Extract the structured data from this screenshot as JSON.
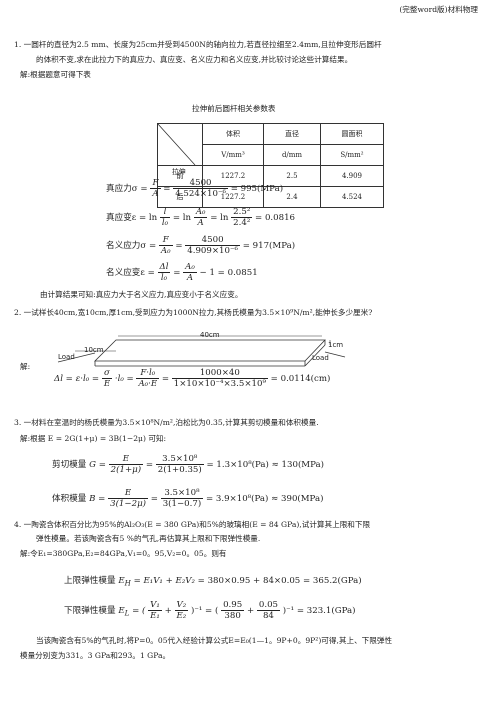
{
  "header": "(完整word版)材料物理",
  "p1": {
    "line1": "1.  一圆杆的直径为2.5 mm、长度为25cm并受到4500N的轴向拉力,若直径拉细至2.4mm,且拉伸变形后圆杆",
    "line2": "的体积不变,求在此拉力下的真应力、真应变、名义应力和名义应变,并比较讨论这些计算结果。",
    "solution": "解:根据题意可得下表",
    "table_title": "拉伸前后圆杆相关参数表",
    "table": {
      "headers": [
        "体积",
        "直径",
        "圆面积"
      ],
      "units": [
        "V/mm³",
        "d/mm",
        "S/mm²"
      ],
      "row_labels": [
        "拉伸",
        "前",
        "后"
      ],
      "cells": [
        [
          "1227.2",
          "2.5",
          "4.909"
        ],
        [
          "1227.2",
          "2.4",
          "4.524"
        ]
      ]
    },
    "true_stress": {
      "label": "真应力σ",
      "num": "F",
      "den": "A",
      "eq": "4500",
      "den2": "4.524×10⁻⁶",
      "res": "= 995(MPa)"
    },
    "true_strain": {
      "label": "真应变ε",
      "eq": "= ln",
      "res": "= 0.0816"
    },
    "nominal_stress": {
      "label": "名义应力σ",
      "eq": "4500",
      "den": "4.909×10⁻⁶",
      "res": "= 917(MPa)"
    },
    "nominal_strain": {
      "label": "名义应变ε",
      "res": "− 1 = 0.0851"
    },
    "conclusion": "由计算结果可知:真应力大于名义应力,真应变小于名义应变。"
  },
  "p2": {
    "line1": "2.  一试样长40cm,宽10cm,厚1cm,受到应力为1000N拉力,其杨氏模量为3.5×10⁹N/m²,能伸长多少厘米?",
    "solution": "解:",
    "fig": {
      "len": "40cm",
      "wid": "10cm",
      "thk": "1cm",
      "load_l": "Load",
      "load_r": "Load"
    },
    "eq_num": "1000×40",
    "eq_den": "1×10×10⁻⁴×3.5×10⁹",
    "eq_res": "= 0.0114(cm)"
  },
  "p3": {
    "line1": "3.  一材料在室温时的杨氏模量为3.5×10⁸N/m²,泊松比为0.35,计算其剪切模量和体积模量.",
    "sol": "解:根据 E = 2G(1+μ) = 3B(1−2μ)   可知:",
    "shear_label": "剪切模量",
    "shear_den": "2(1+0.35)",
    "shear_res": "= 1.3×10⁸(Pa) ≈ 130(MPa)",
    "bulk_label": "体积模量",
    "bulk_den": "3(1−0.7)",
    "bulk_res": "= 3.9×10⁸(Pa) ≈ 390(MPa)",
    "num": "3.5×10⁸"
  },
  "p4": {
    "line1": "4.  一陶瓷含体积百分比为95%的Al₂O₃(E = 380 GPa)和5%的玻璃相(E = 84 GPa),试计算其上限和下限",
    "line2": "弹性模量。若该陶瓷含有5 %的气孔,再估算其上限和下限弹性模量.",
    "sol": "解:令E₁=380GPa,E₂=84GPa,V₁=0。95,V₂=0。05。则有",
    "upper_label": "上限弹性模量",
    "upper_eq": "= 380×0.95 + 84×0.05 = 365.2(GPa)",
    "lower_label": "下限弹性模量",
    "lower_res": "= 323.1(GPa)",
    "tail1": "当该陶瓷含有5%的气孔时,将P=0。05代入经验计算公式E=E₀(1—1。9P+0。9P²)可得,其上、下限弹性",
    "tail2": "模量分别变为331。3 GPa和293。1 GPa。"
  }
}
